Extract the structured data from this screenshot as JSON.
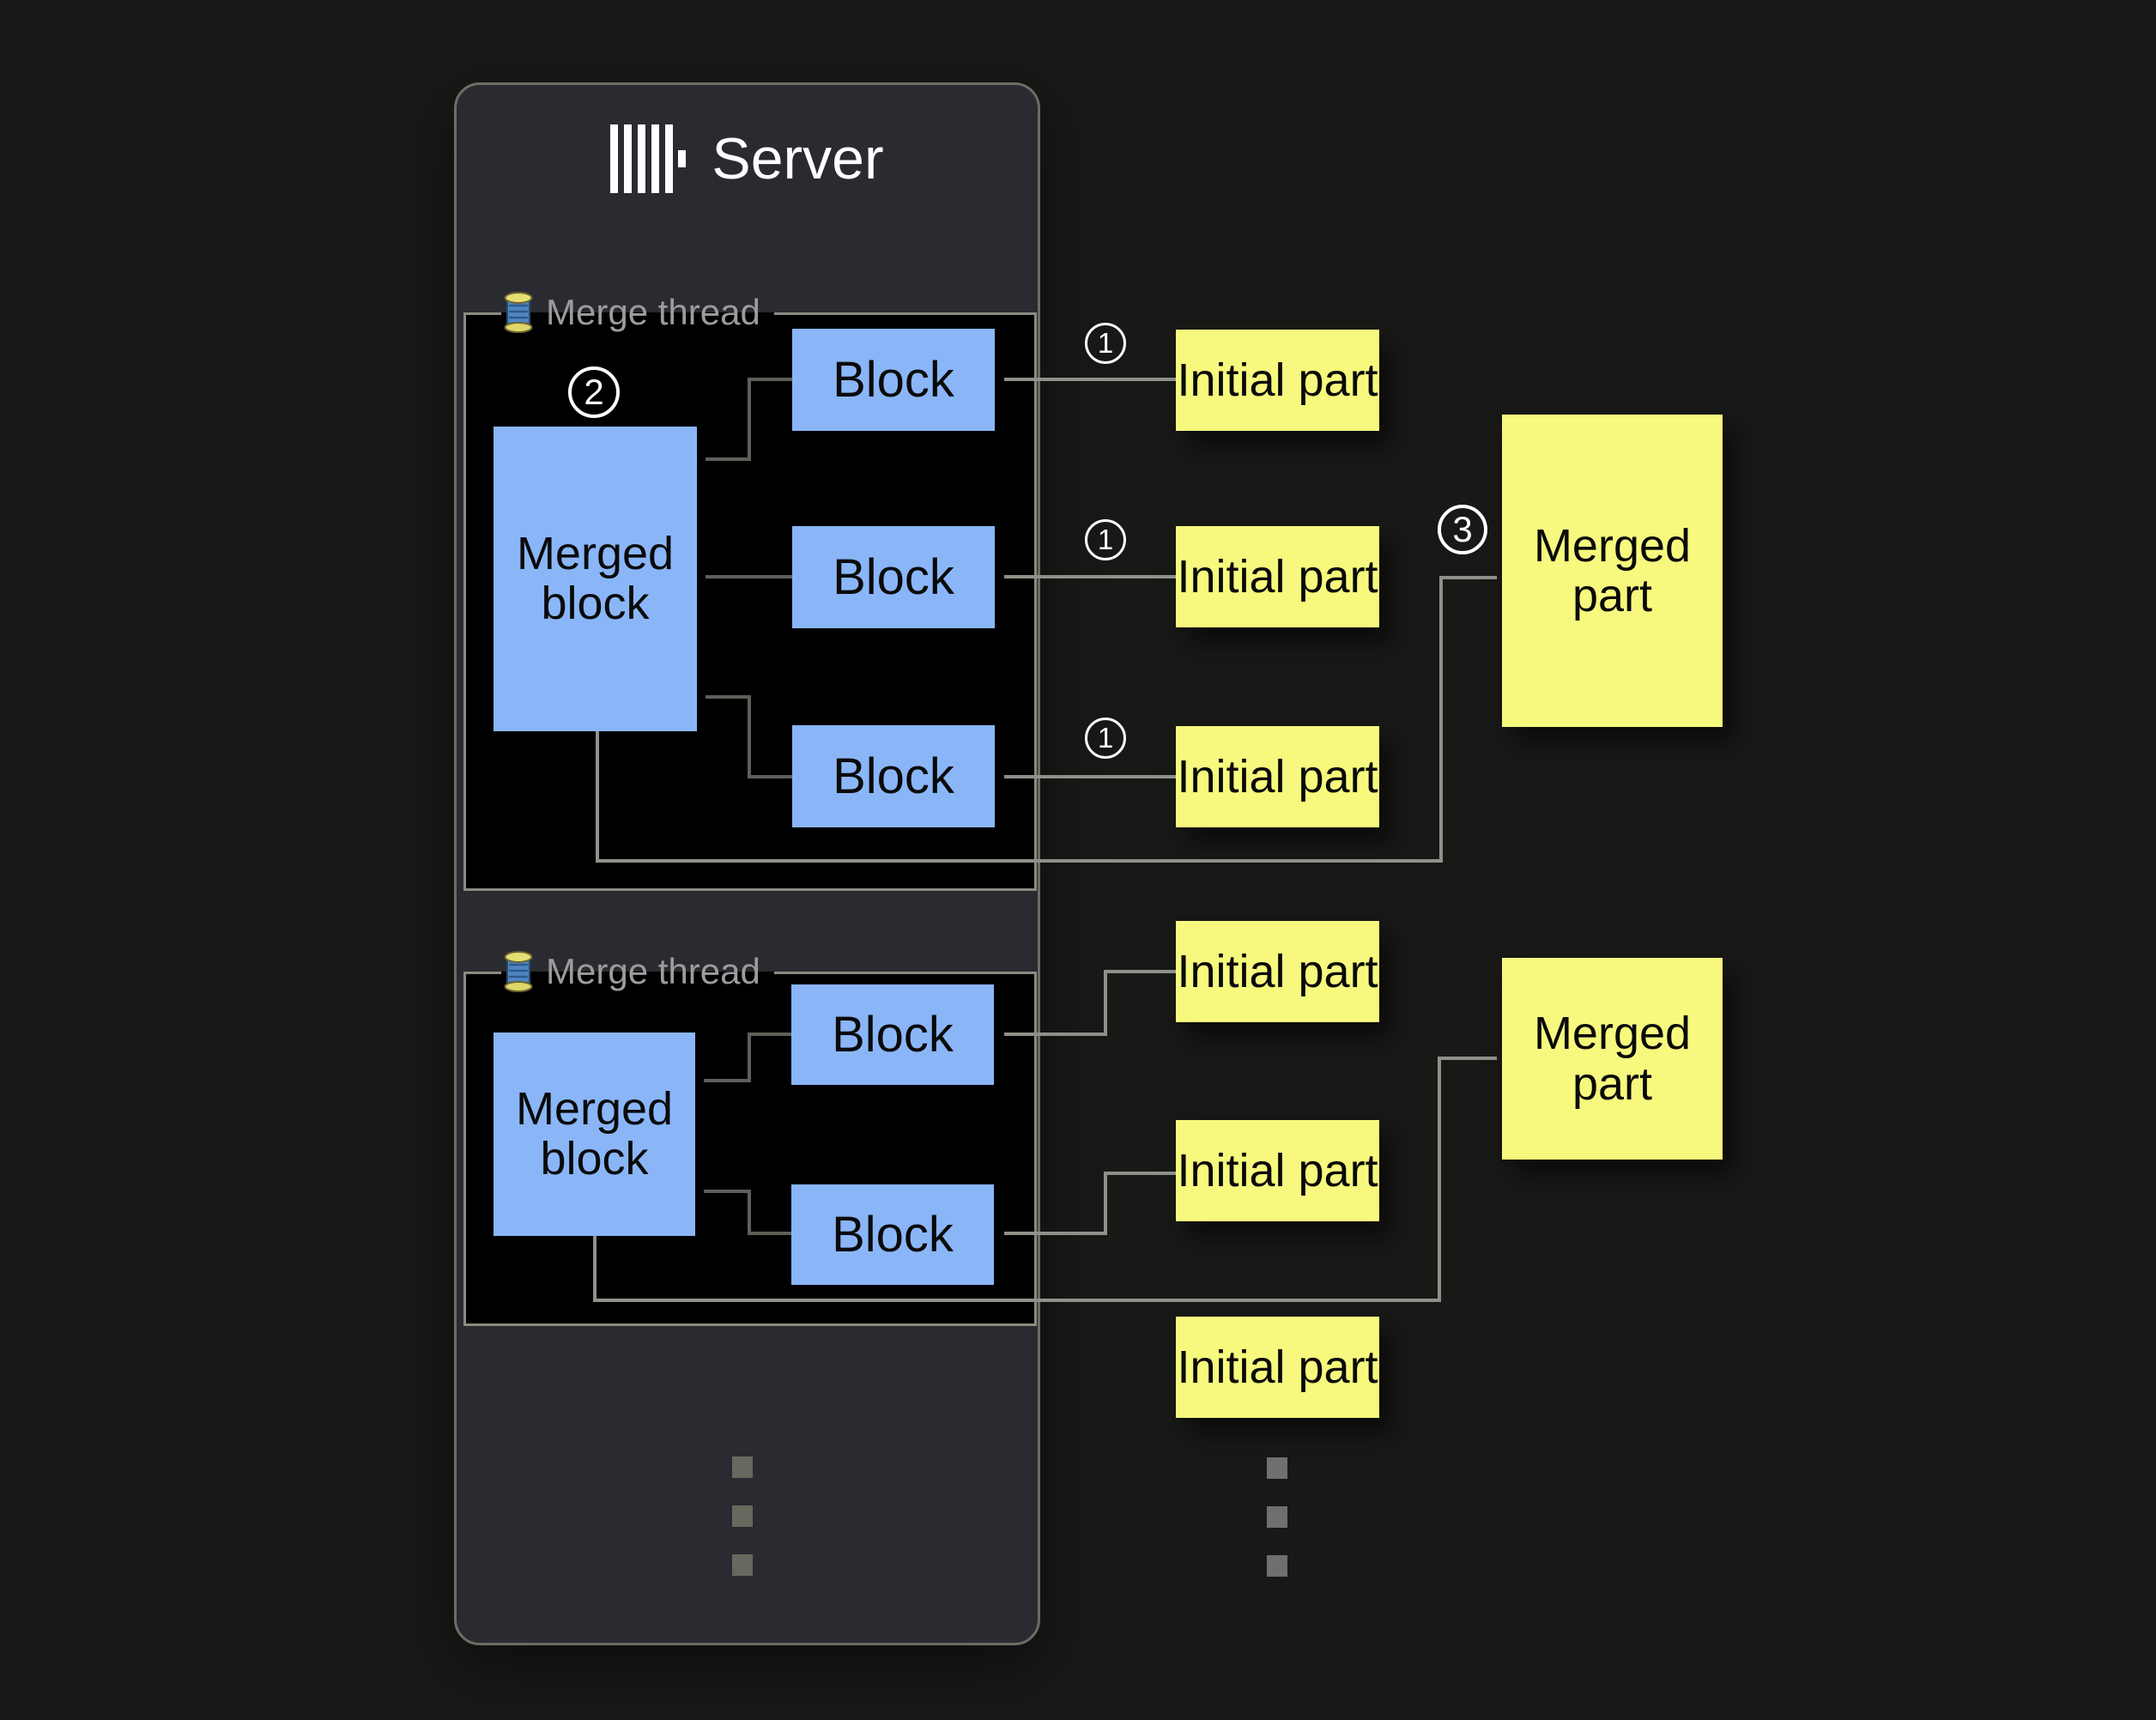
{
  "server": {
    "title": "Server",
    "logo_icon": "clickhouse-logo"
  },
  "threads": [
    {
      "label": "Merge thread",
      "icon": "thread-spool",
      "badge": "2",
      "merged_block": "Merged block",
      "blocks": [
        "Block",
        "Block",
        "Block"
      ]
    },
    {
      "label": "Merge thread",
      "icon": "thread-spool",
      "merged_block": "Merged block",
      "blocks": [
        "Block",
        "Block"
      ]
    }
  ],
  "initial_parts": [
    {
      "label": "Initial part",
      "badge": "1"
    },
    {
      "label": "Initial part",
      "badge": "1"
    },
    {
      "label": "Initial part",
      "badge": "1"
    },
    {
      "label": "Initial part"
    },
    {
      "label": "Initial part"
    },
    {
      "label": "Initial part"
    }
  ],
  "merged_parts": [
    {
      "label": "Merged part",
      "badge": "3"
    },
    {
      "label": "Merged part"
    }
  ],
  "decorations": {
    "ellipsis_icon": "vertical-ellipsis"
  },
  "colors": {
    "page_bg": "#181817",
    "panel_bg": "#2a2a31",
    "thread_box_bg": "#000000",
    "block_blue": "#8ab6f8",
    "part_yellow": "#f6f97d",
    "arrow_light": "#90908a",
    "arrow_dark": "#5f5f5a",
    "legend_gray": "#9c9c9c",
    "title_white": "#ffffff"
  }
}
